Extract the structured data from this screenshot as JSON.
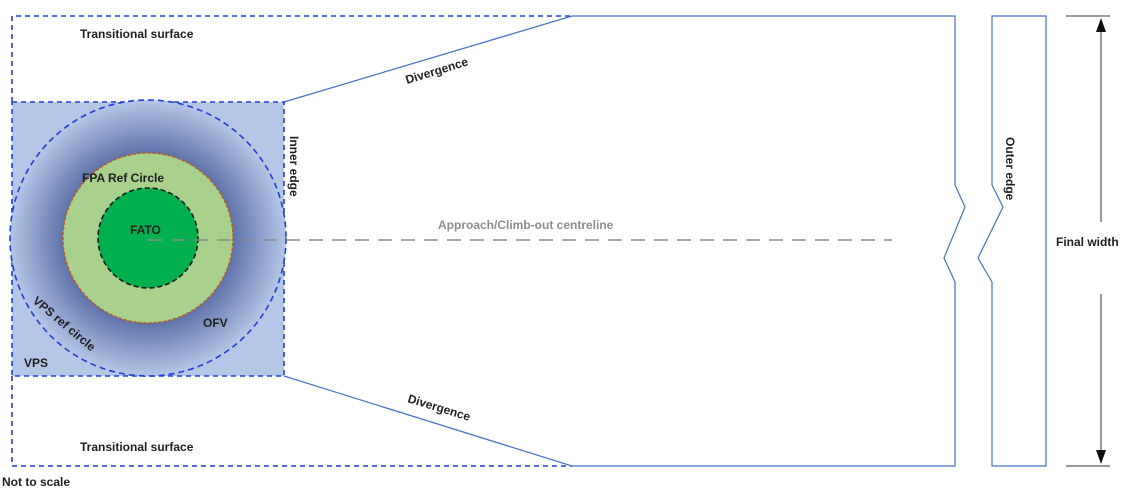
{
  "labels": {
    "transitional_top": "Transitional surface",
    "transitional_bottom": "Transitional surface",
    "divergence_top": "Divergence",
    "divergence_bottom": "Divergence",
    "inner_edge": "Inner edge",
    "outer_edge": "Outer edge",
    "final_width": "Final width",
    "centreline": "Approach/Climb-out centreline",
    "fpa_ref_circle": "FPA Ref Circle",
    "fato": "FATO",
    "ofv": "OFV",
    "vps_ref_circle": "VPS ref circle",
    "vps": "VPS",
    "not_to_scale": "Not to scale"
  },
  "colors": {
    "surface_line": "#4472c4",
    "vps_dash": "#1f3fd6",
    "vps_fill_light": "#b4c7e7",
    "vps_gradient_dark": "#3a4f8f",
    "fpa_fill": "#a9d18e",
    "fpa_dash": "#c55a11",
    "fato_fill": "#00b050",
    "centreline": "#8c8c8c",
    "label_text": "#1f1f1f",
    "centreline_text": "#8c8c8c"
  }
}
